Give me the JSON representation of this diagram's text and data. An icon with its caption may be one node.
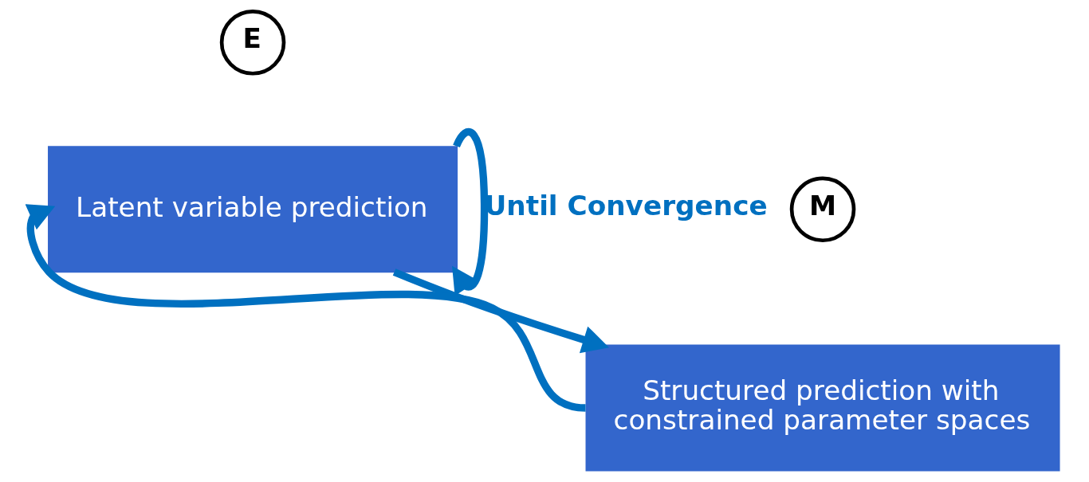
{
  "diagram": {
    "nodes": [
      {
        "text": [
          "E"
        ]
      },
      {
        "text": [
          "Latent variable prediction"
        ]
      },
      {
        "text": [
          "M"
        ]
      },
      {
        "text": [
          "Structured prediction with constrained parameter spaces"
        ]
      }
    ],
    "edges": [
      {
        "from": 1,
        "to": 1,
        "arrow": "to",
        "label": "Until Convergence"
      },
      {
        "from": 1,
        "to": 3,
        "arrow": "to"
      },
      {
        "from": 3,
        "to": 1,
        "arrow": "to"
      }
    ]
  }
}
